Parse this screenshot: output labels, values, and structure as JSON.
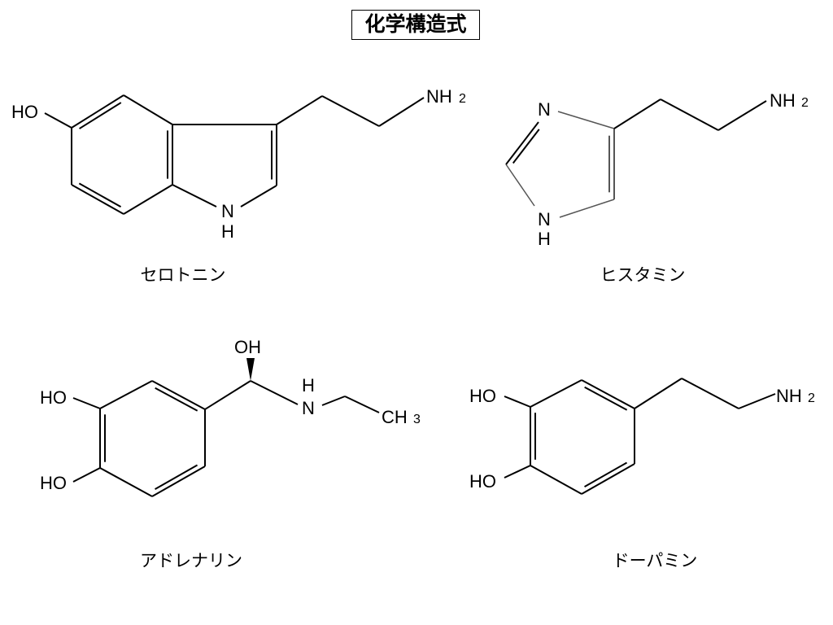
{
  "title": "化学構造式",
  "molecules": {
    "serotonin": {
      "name": "セロトニン",
      "ho": "HO",
      "nh2_n": "NH",
      "nh2_sub": "2",
      "ring_n": "N",
      "ring_h": "H"
    },
    "histamine": {
      "name": "ヒスタミン",
      "n_top": "N",
      "n_bottom": "N",
      "h_bottom": "H",
      "nh2_n": "NH",
      "nh2_sub": "2"
    },
    "adrenaline": {
      "name": "アドレナリン",
      "ho1": "HO",
      "ho2": "HO",
      "oh": "OH",
      "n": "N",
      "nh": "H",
      "ch3": "CH",
      "ch3_sub": "3"
    },
    "dopamine": {
      "name": "ドーパミン",
      "ho1": "HO",
      "ho2": "HO",
      "nh2_n": "NH",
      "nh2_sub": "2"
    }
  }
}
